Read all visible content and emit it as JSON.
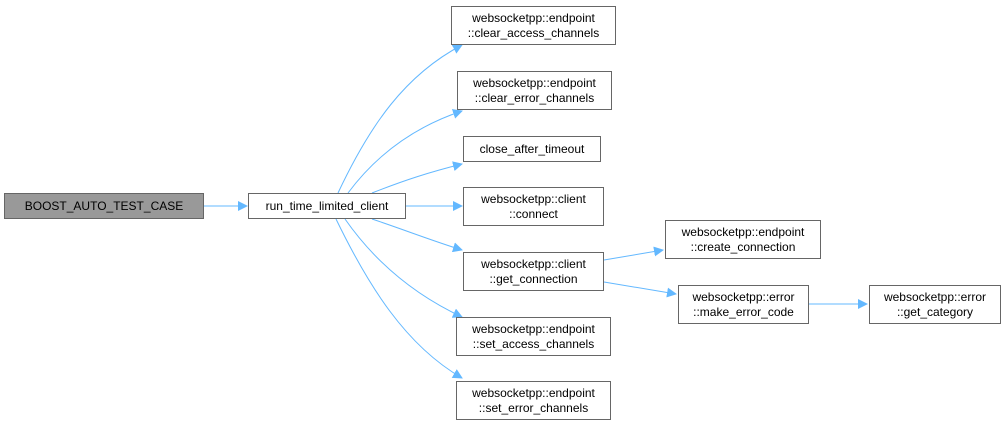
{
  "nodes": {
    "boost_auto_test_case": {
      "lines": [
        "BOOST_AUTO_TEST_CASE"
      ]
    },
    "run_time_limited_client": {
      "lines": [
        "run_time_limited_client"
      ]
    },
    "clear_access_channels": {
      "lines": [
        "websocketpp::endpoint",
        "::clear_access_channels"
      ]
    },
    "clear_error_channels": {
      "lines": [
        "websocketpp::endpoint",
        "::clear_error_channels"
      ]
    },
    "close_after_timeout": {
      "lines": [
        "close_after_timeout"
      ]
    },
    "client_connect": {
      "lines": [
        "websocketpp::client",
        "::connect"
      ]
    },
    "client_get_connection": {
      "lines": [
        "websocketpp::client",
        "::get_connection"
      ]
    },
    "set_access_channels": {
      "lines": [
        "websocketpp::endpoint",
        "::set_access_channels"
      ]
    },
    "set_error_channels": {
      "lines": [
        "websocketpp::endpoint",
        "::set_error_channels"
      ]
    },
    "create_connection": {
      "lines": [
        "websocketpp::endpoint",
        "::create_connection"
      ]
    },
    "make_error_code": {
      "lines": [
        "websocketpp::error",
        "::make_error_code"
      ]
    },
    "get_category": {
      "lines": [
        "websocketpp::error",
        "::get_category"
      ]
    }
  },
  "colors": {
    "edge": "#63b8ff",
    "root_fill": "#999999",
    "node_border": "#666666"
  }
}
